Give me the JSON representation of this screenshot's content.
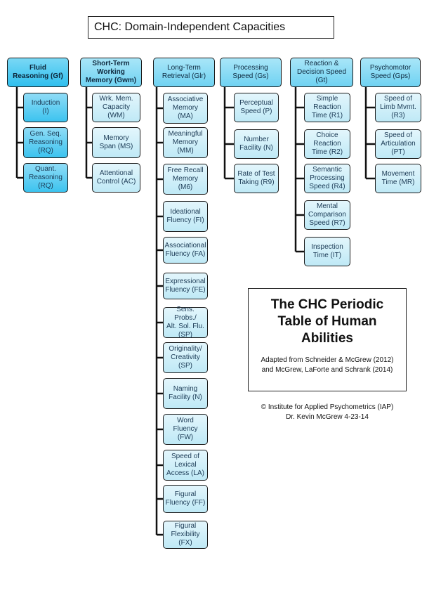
{
  "title": "CHC:  Domain-Independent Capacities",
  "columns": [
    {
      "id": "gf",
      "head": "Fluid\nReasoning (Gf)",
      "items": [
        "Induction\n(I)",
        "Gen. Seq.\nReasoning\n(RQ)",
        "Quant.\nReasoning\n(RQ)"
      ]
    },
    {
      "id": "gwm",
      "head": "Short-Term\nWorking\nMemory (Gwm)",
      "items": [
        "Wrk.  Mem.\nCapacity\n(WM)",
        "Memory\nSpan (MS)",
        "Attentional\nControl (AC)"
      ]
    },
    {
      "id": "glr",
      "head": "Long-Term\nRetrieval (Glr)",
      "items": [
        "Associative\nMemory\n(MA)",
        "Meaningful\nMemory\n(MM)",
        "Free Recall\nMemory\n(M6)",
        "Ideational\nFluency (FI)",
        "Associational\nFluency (FA)",
        "Expressional\nFluency (FE)",
        "Sens. Probs./\nAlt. Sol. Flu.\n(SP)",
        "Originality/\nCreativity\n(SP)",
        "Naming\nFacility (N)",
        "Word\nFluency\n(FW)",
        "Speed of\nLexical\nAccess (LA)",
        "Figural\nFluency (FF)",
        "Figural\nFlexibility\n(FX)"
      ]
    },
    {
      "id": "gs",
      "head": "Processing\nSpeed (Gs)",
      "items": [
        "Perceptual\nSpeed (P)",
        "Number\nFacility (N)",
        "Rate of Test\nTaking (R9)"
      ]
    },
    {
      "id": "gt",
      "head": "Reaction &\nDecision Speed\n(Gt)",
      "items": [
        "Simple\nReaction\nTime (R1)",
        "Choice\nReaction\nTime (R2)",
        "Semantic\nProcessing\nSpeed (R4)",
        "Mental\nComparison\nSpeed (R7)",
        "Inspection\nTime (IT)"
      ]
    },
    {
      "id": "gps",
      "head": "Psychomotor\nSpeed (Gps)",
      "items": [
        "Speed of\nLimb Mvmt.\n(R3)",
        "Speed of\nArticulation\n(PT)",
        "Movement\nTime (MR)"
      ]
    }
  ],
  "info": {
    "title": "The CHC Periodic Table of Human Abilities",
    "line1": "Adapted from Schneider & McGrew (2012)",
    "line2": "and McGrew, LaForte and Schrank (2014)"
  },
  "copyright": {
    "line1": "© Institute for Applied Psychometrics (IAP)",
    "line2": "Dr. Kevin McGrew   4-23-14"
  },
  "colors": {
    "fluid_reasoning": "#2fbfee",
    "head_fill": "#6fd2f2",
    "subtest_fill": "#bfe9f6",
    "border": "#1a1a1a"
  }
}
